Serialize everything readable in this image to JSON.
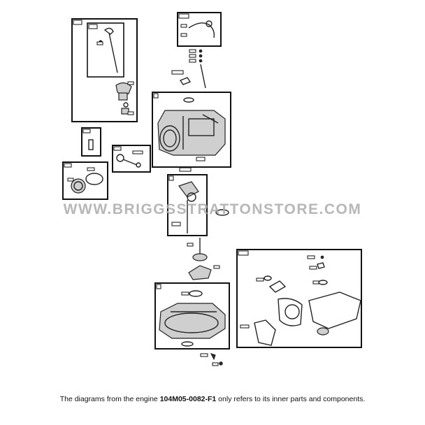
{
  "watermark": "WWW.BRIGGSSTRATTONSTORE.COM",
  "caption": {
    "before": "The diagrams from the engine ",
    "model": "104M05-0082-F1",
    "after": " only refers to its inner parts and components."
  }
}
